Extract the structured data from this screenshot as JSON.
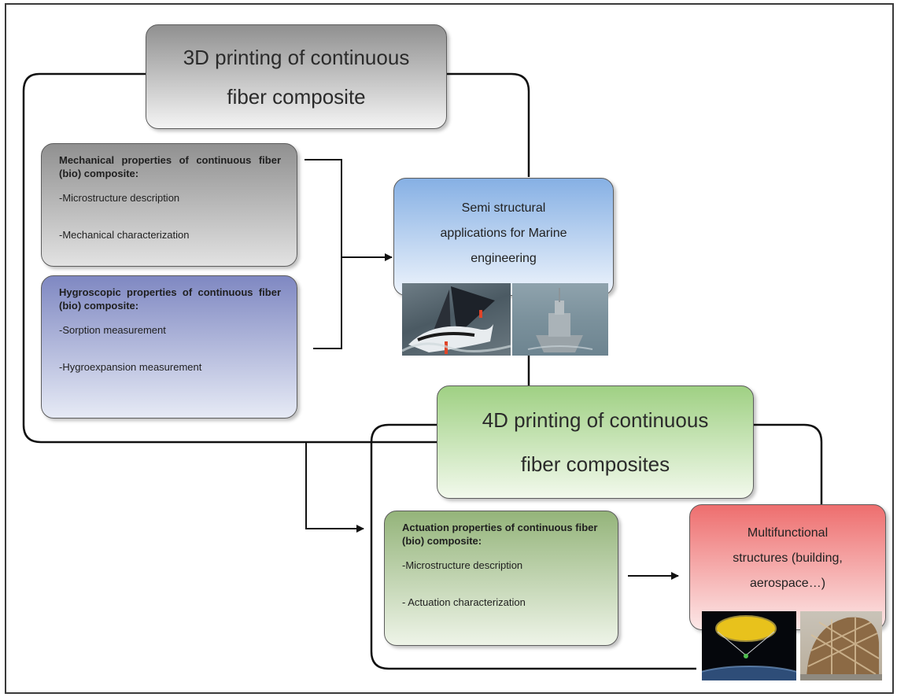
{
  "top_title": {
    "lines": [
      "3D printing of continuous",
      "fiber composite"
    ]
  },
  "mechanical": {
    "heading": "Mechanical properties of continuous fiber (bio) composite:",
    "items": [
      "-Microstructure description",
      "-Mechanical characterization"
    ]
  },
  "hygroscopic": {
    "heading": "Hygroscopic properties of continuous fiber (bio) composite:",
    "items": [
      "-Sorption measurement",
      "-Hygroexpansion measurement"
    ]
  },
  "marine_app": {
    "lines": [
      "Semi structural",
      "applications for Marine",
      "engineering"
    ]
  },
  "fourd_title": {
    "lines": [
      "4D printing of continuous",
      "fiber composites"
    ]
  },
  "actuation": {
    "heading": "Actuation properties of continuous fiber (bio) composite:",
    "items": [
      "-Microstructure description",
      "- Actuation characterization"
    ]
  },
  "multi_app": {
    "lines": [
      "Multifunctional",
      "structures (building,",
      "aerospace…)"
    ]
  },
  "photos": [
    "sailboat-photo",
    "naval-ship-photo",
    "space-antenna-photo",
    "wooden-structure-photo"
  ],
  "colors": {
    "top_title": "#d4d4d4",
    "mechanical": "#a8a8a8",
    "hygroscopic": "#8a92c8",
    "marine_app": "#8fb6e6",
    "fourd_title": "#b8dc9c",
    "actuation": "#a5c08a",
    "multi_app": "#f07d7d"
  }
}
